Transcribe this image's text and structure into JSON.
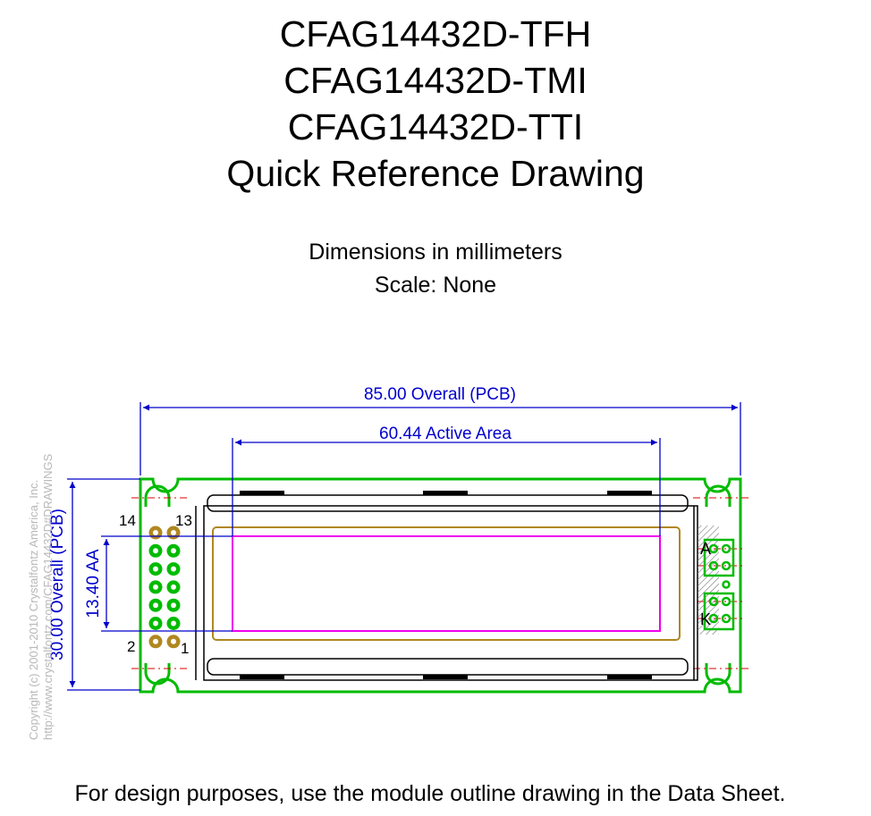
{
  "title": {
    "lines": [
      "CFAG14432D-TFH",
      "CFAG14432D-TMI",
      "CFAG14432D-TTI",
      "Quick Reference Drawing"
    ]
  },
  "subtitle": {
    "dimensions_note": "Dimensions in millimeters",
    "scale_note": "Scale: None"
  },
  "drawing": {
    "overall_width_label": "85.00 Overall (PCB)",
    "active_width_label": "60.44 Active Area",
    "overall_height_label": "30.00 Overall (PCB)",
    "active_height_label": "13.40 AA",
    "pin_labels": {
      "pin14": "14",
      "pin13": "13",
      "pin2": "2",
      "pin1": "1"
    },
    "backlight_labels": {
      "anode": "A",
      "cathode": "K"
    },
    "colors": {
      "dimension": "#0000cc",
      "pcb": "#00bb00",
      "active_area": "#ee00ee",
      "viewing_area": "#b08820",
      "centerline": "#dd0000",
      "bezel": "#000000",
      "hatch": "#777777"
    }
  },
  "copyright": {
    "line1": "Copyright (c) 2001-2010 Crystalfontz America, Inc.",
    "line2": "http://www.crystalfontz.com/CFAG14432D#DRAWINGS"
  },
  "footer": {
    "note": "For design purposes, use the module outline drawing in the Data Sheet."
  }
}
